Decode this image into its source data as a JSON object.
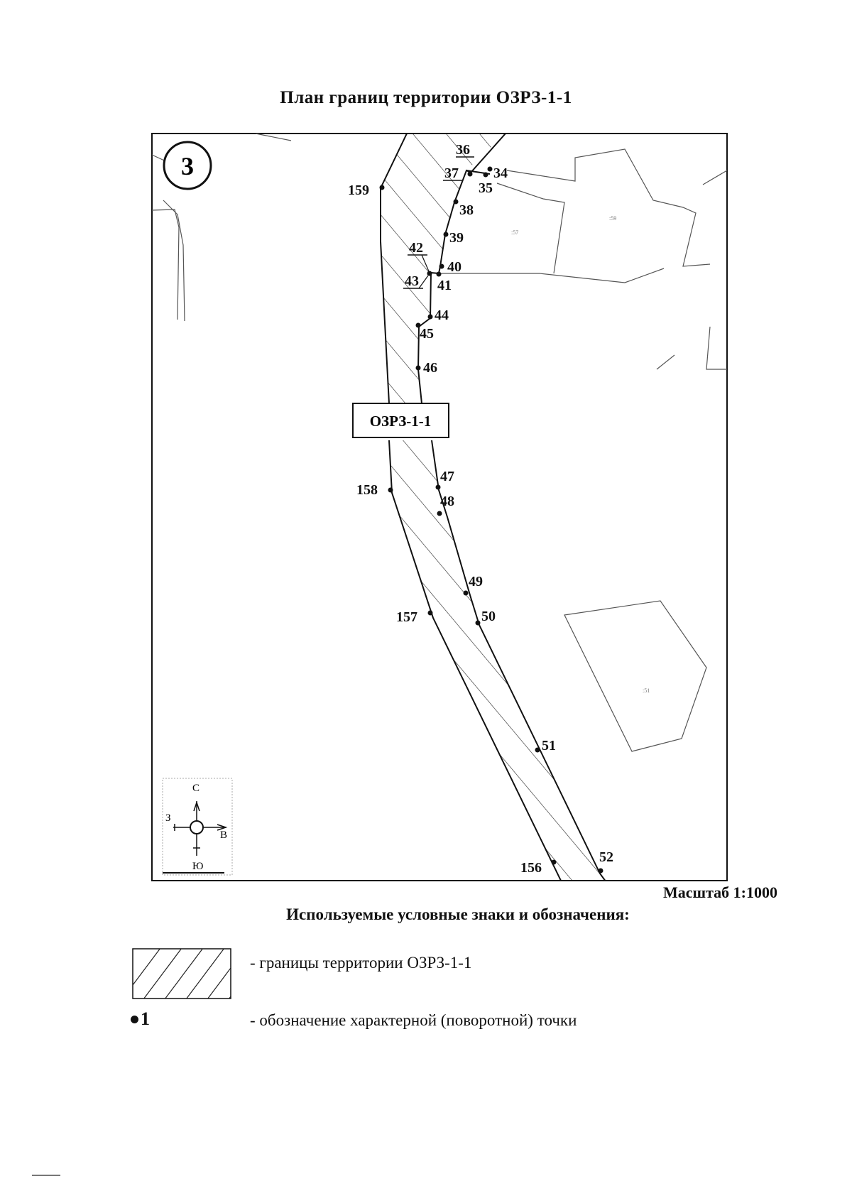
{
  "title": "План границ территории ОЗРЗ-1-1",
  "sheet_number": "3",
  "zone_label": "ОЗРЗ-1-1",
  "scale": "Масштаб 1:1000",
  "legend": {
    "title": "Используемые условные знаки и обозначения:",
    "items": [
      {
        "symbol": "hatched-area",
        "text": "- границы территории ОЗРЗ-1-1"
      },
      {
        "symbol": "point",
        "symbol_label": "1",
        "text": "- обозначение характерной (поворотной) точки"
      }
    ]
  },
  "compass": {
    "north": "С",
    "west": "З",
    "east": "В",
    "south": "Ю"
  },
  "points": {
    "p34": "34",
    "p35": "35",
    "p36": "36",
    "p37": "37",
    "p38": "38",
    "p39": "39",
    "p40": "40",
    "p41": "41",
    "p42": "42",
    "p43": "43",
    "p44": "44",
    "p45": "45",
    "p46": "46",
    "p47": "47",
    "p48": "48",
    "p49": "49",
    "p50": "50",
    "p51": "51",
    "p52": "52",
    "p156": "156",
    "p157": "157",
    "p158": "158",
    "p159": "159"
  },
  "colors": {
    "ink": "#111111",
    "parcel_lines": "#555555"
  }
}
